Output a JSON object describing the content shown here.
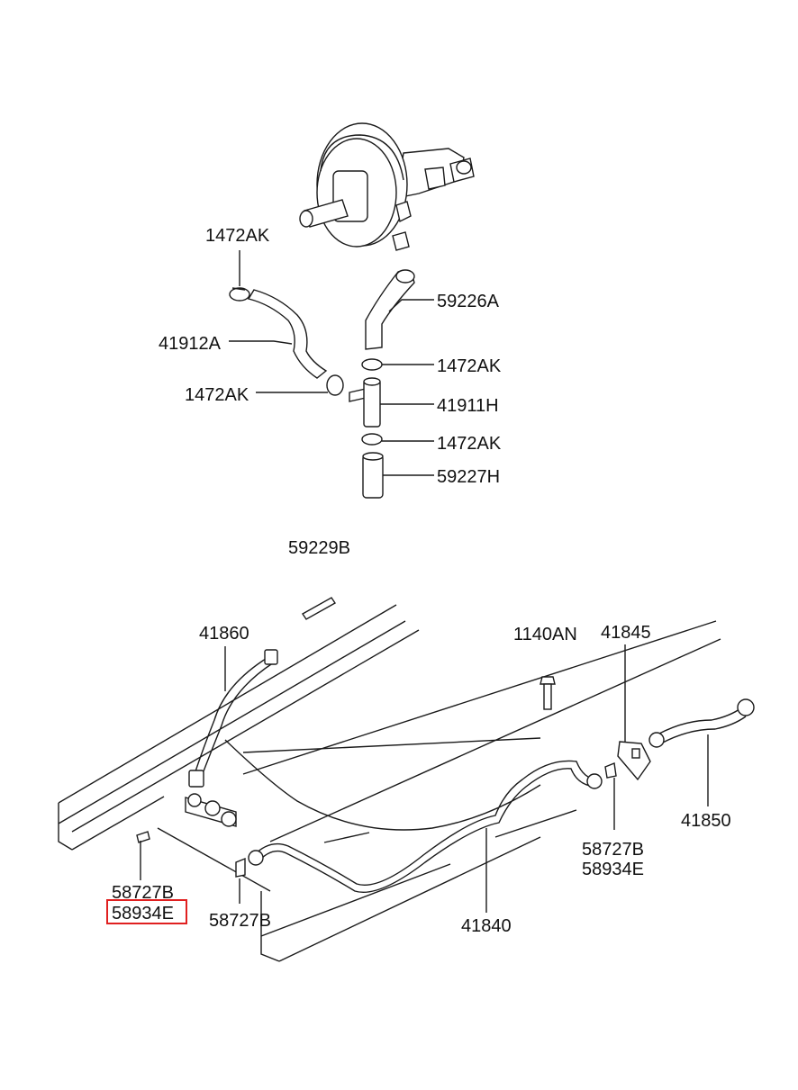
{
  "labels": {
    "clamp_top": "1472AK",
    "hose_left": "41912A",
    "clamp_left": "1472AK",
    "hose_right_upper": "59226A",
    "clamp_right_1": "1472AK",
    "connector": "41911H",
    "clamp_right_2": "1472AK",
    "hose_right_lower": "59227H",
    "plug": "59229B",
    "tube_left": "41860",
    "bolt": "1140AN",
    "bracket": "41845",
    "clip_left_a": "58727B",
    "clip_left_b": "58934E",
    "clip_center": "58727B",
    "tube_main": "41840",
    "clip_right_a": "58727B",
    "clip_right_b": "58934E",
    "tube_right": "41850"
  },
  "highlight": {
    "target": "58934E",
    "color": "#e02020"
  },
  "colors": {
    "line": "#1a1a1a",
    "background": "#ffffff"
  }
}
